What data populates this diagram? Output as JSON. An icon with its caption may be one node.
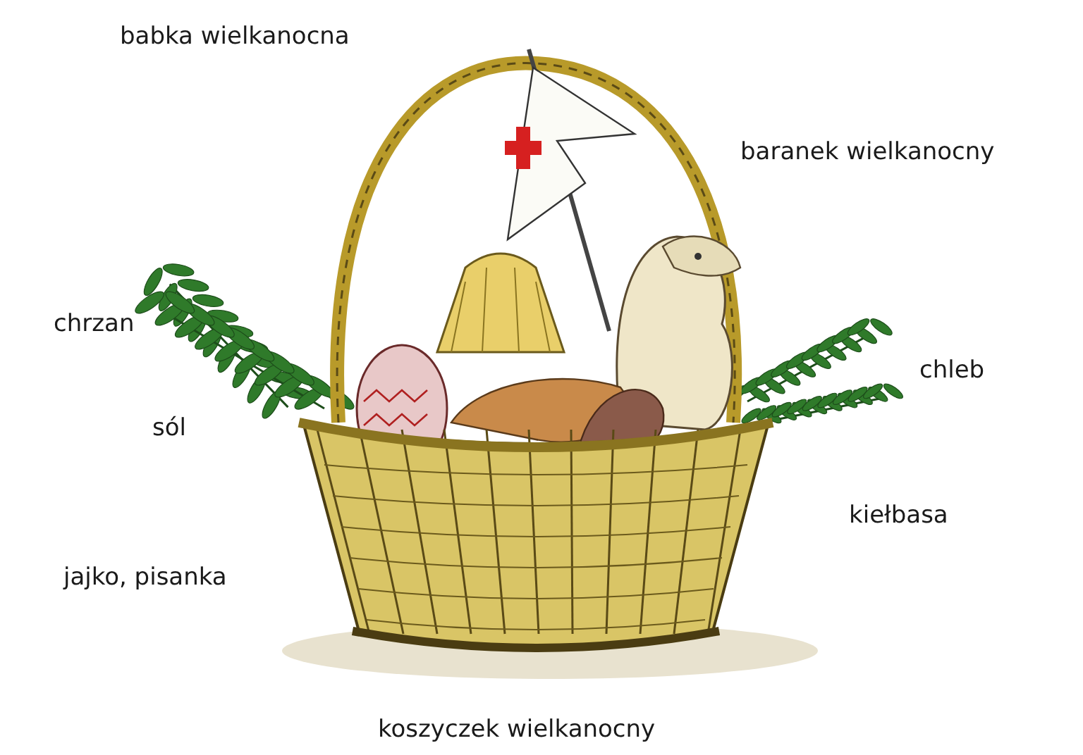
{
  "diagram": {
    "labels": [
      "babka wielkanocna",
      "baranek wielkanocny",
      "chrzan",
      "chleb",
      "sól",
      "kiełbasa",
      "jajko, pisanka",
      "koszyczek wielkanocny"
    ]
  }
}
